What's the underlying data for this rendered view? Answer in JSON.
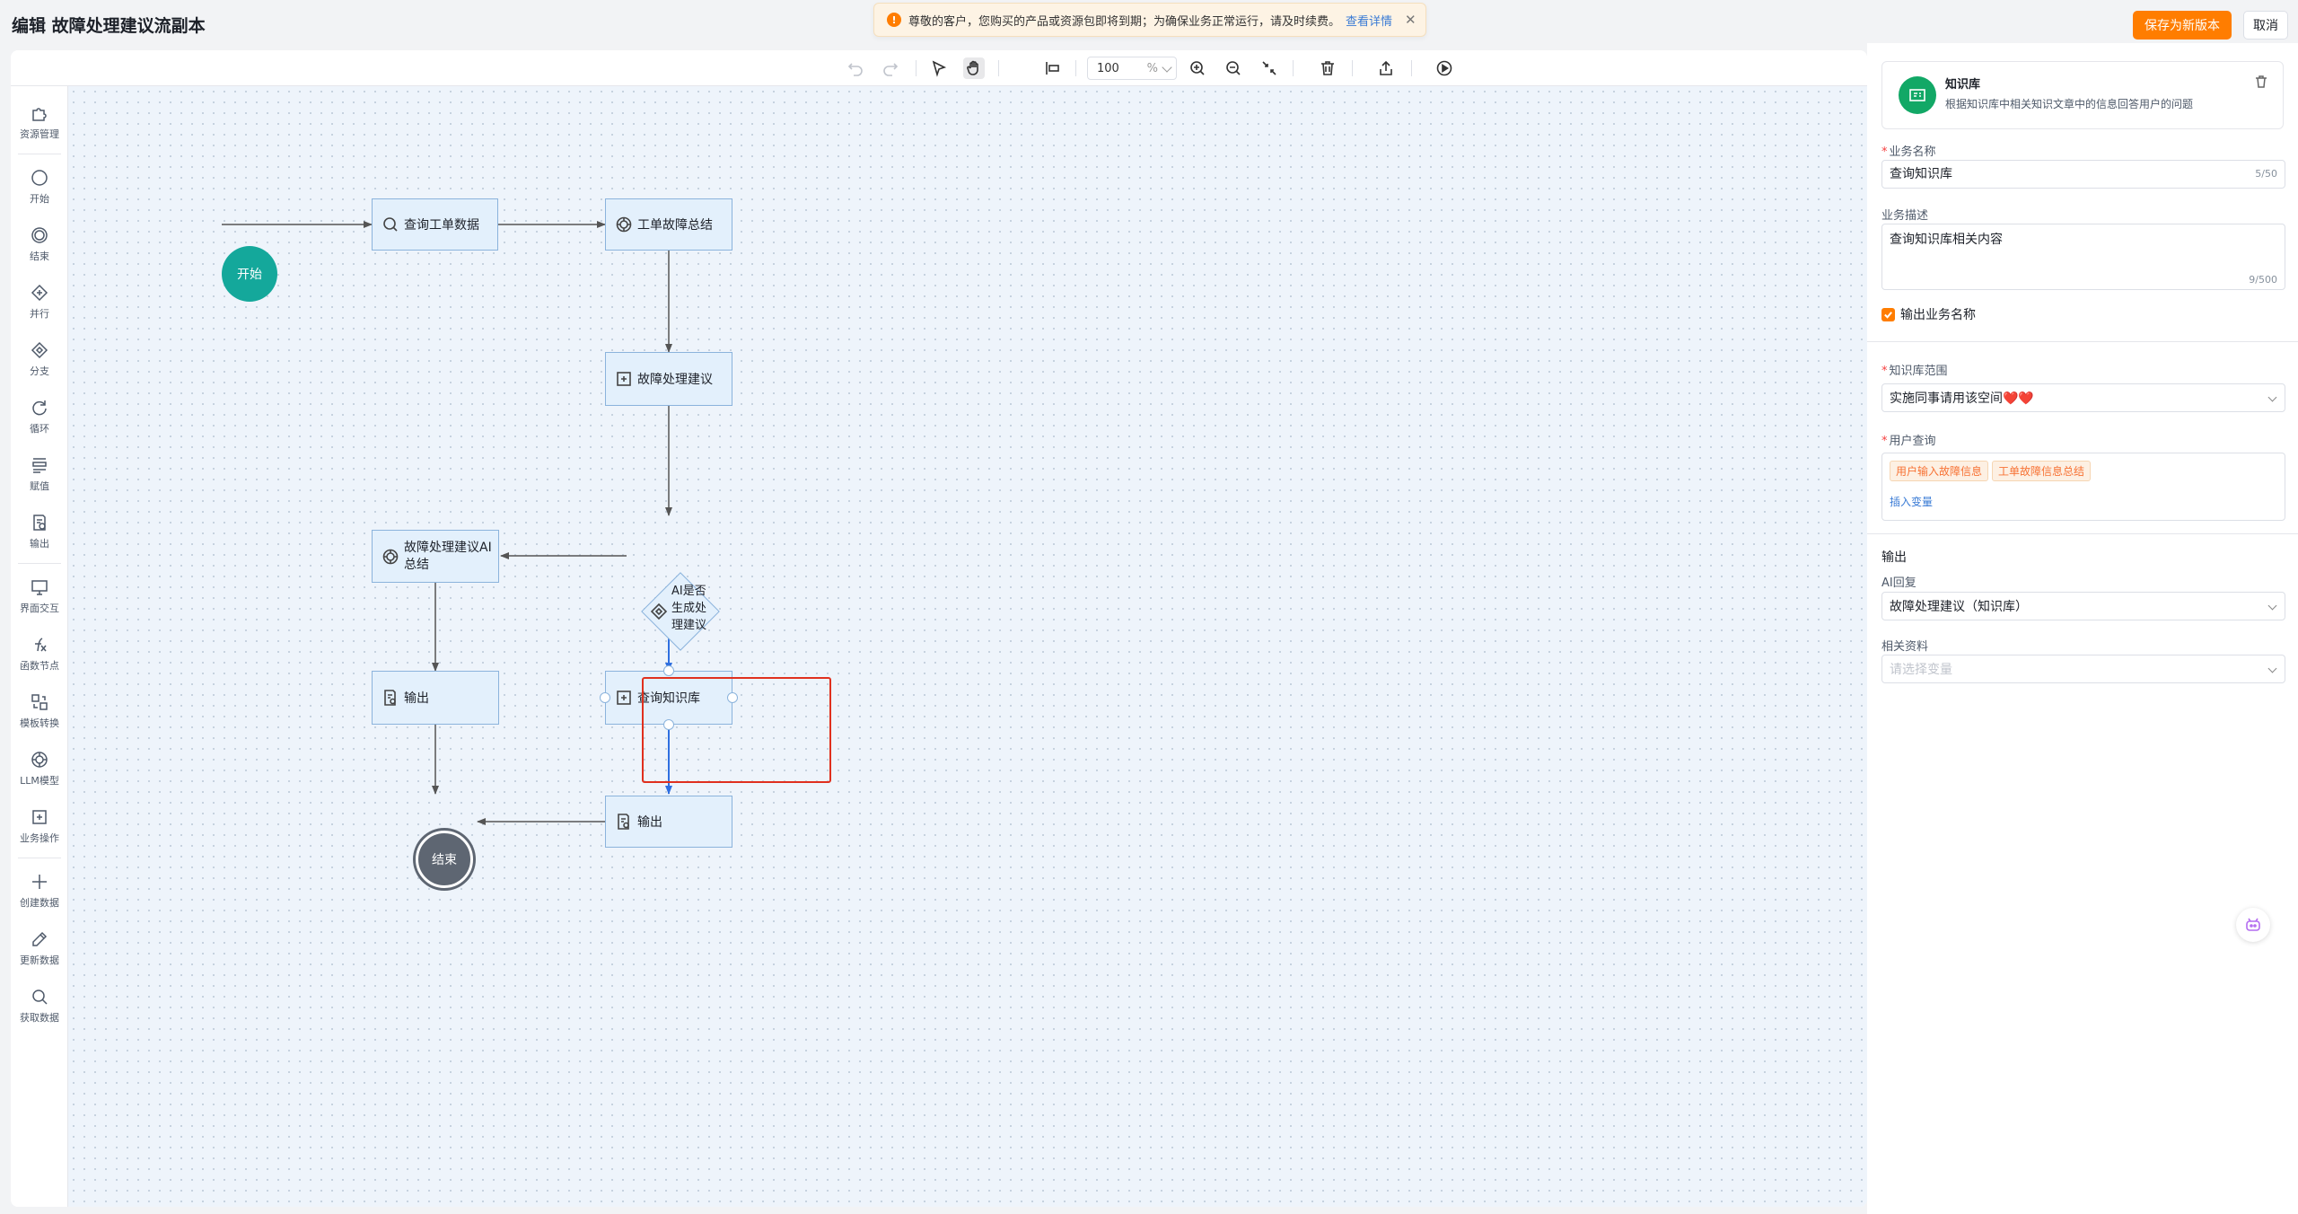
{
  "header": {
    "title": "编辑 故障处理建议流副本",
    "notice_text": "尊敬的客户，您购买的产品或资源包即将到期；为确保业务正常运行，请及时续费。",
    "notice_link": "查看详情",
    "save_label": "保存为新版本",
    "cancel_label": "取消"
  },
  "toolbar": {
    "zoom_value": "100",
    "zoom_unit": "%"
  },
  "sidebar": {
    "items": [
      {
        "label": "资源管理",
        "icon": "puzzle-icon"
      },
      {
        "label": "开始",
        "icon": "circle-icon"
      },
      {
        "label": "结束",
        "icon": "ring-icon"
      },
      {
        "label": "并行",
        "icon": "parallel-icon"
      },
      {
        "label": "分支",
        "icon": "branch-icon"
      },
      {
        "label": "循环",
        "icon": "loop-icon"
      },
      {
        "label": "赋值",
        "icon": "assign-icon"
      },
      {
        "label": "输出",
        "icon": "output-icon"
      },
      {
        "label": "界面交互",
        "icon": "monitor-icon"
      },
      {
        "label": "函数节点",
        "icon": "function-icon"
      },
      {
        "label": "模板转换",
        "icon": "template-icon"
      },
      {
        "label": "LLM模型",
        "icon": "llm-icon"
      },
      {
        "label": "业务操作",
        "icon": "business-icon"
      },
      {
        "label": "创建数据",
        "icon": "plus-icon"
      },
      {
        "label": "更新数据",
        "icon": "pencil-icon"
      },
      {
        "label": "获取数据",
        "icon": "search-icon"
      }
    ]
  },
  "flow": {
    "start": "开始",
    "end": "结束",
    "query_ticket": "查询工单数据",
    "ticket_summary": "工单故障总结",
    "fault_advice": "故障处理建议",
    "decision": "AI是否生成处理建议",
    "ai_summary": "故障处理建议AI总结",
    "output_left": "输出",
    "query_kb": "查询知识库",
    "output_bottom": "输出"
  },
  "panel": {
    "node_name": "知识库",
    "node_desc": "根据知识库中相关知识文章中的信息回答用户的问题",
    "biz_name_label": "业务名称",
    "biz_name_value": "查询知识库",
    "biz_name_count": "5/50",
    "biz_desc_label": "业务描述",
    "biz_desc_value": "查询知识库相关内容",
    "biz_desc_count": "9/500",
    "output_name_label": "输出业务名称",
    "kb_scope_label": "知识库范围",
    "kb_scope_value": "实施同事请用该空间❤️❤️",
    "user_query_label": "用户查询",
    "query_tags": [
      "用户输入故障信息",
      "工单故障信息总结"
    ],
    "insert_var": "插入变量",
    "output_section": "输出",
    "ai_reply_label": "AI回复",
    "ai_reply_value": "故障处理建议（知识库）",
    "related_label": "相关资料",
    "related_placeholder": "请选择变量"
  },
  "colors": {
    "accent": "#ff7d00",
    "start_node": "#14a89b",
    "end_node": "#5e6672",
    "node_fill": "#e3f0fc",
    "node_border": "#8bb3dc",
    "selection": "#e0301e",
    "active_edge": "#2f6fe0"
  }
}
